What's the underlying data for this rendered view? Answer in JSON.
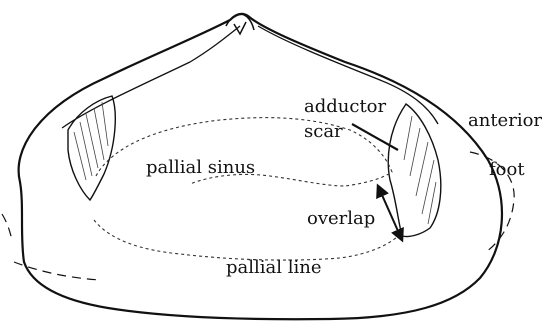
{
  "labels": {
    "adductor": "adductor",
    "scar": "scar",
    "anterior": "anterior",
    "pallial_sinus": "pallial sinus",
    "foot": "foot",
    "overlap": "overlap",
    "pallial_line": "pallial line"
  },
  "colors": {
    "ink": "#111111",
    "background": "#ffffff"
  }
}
